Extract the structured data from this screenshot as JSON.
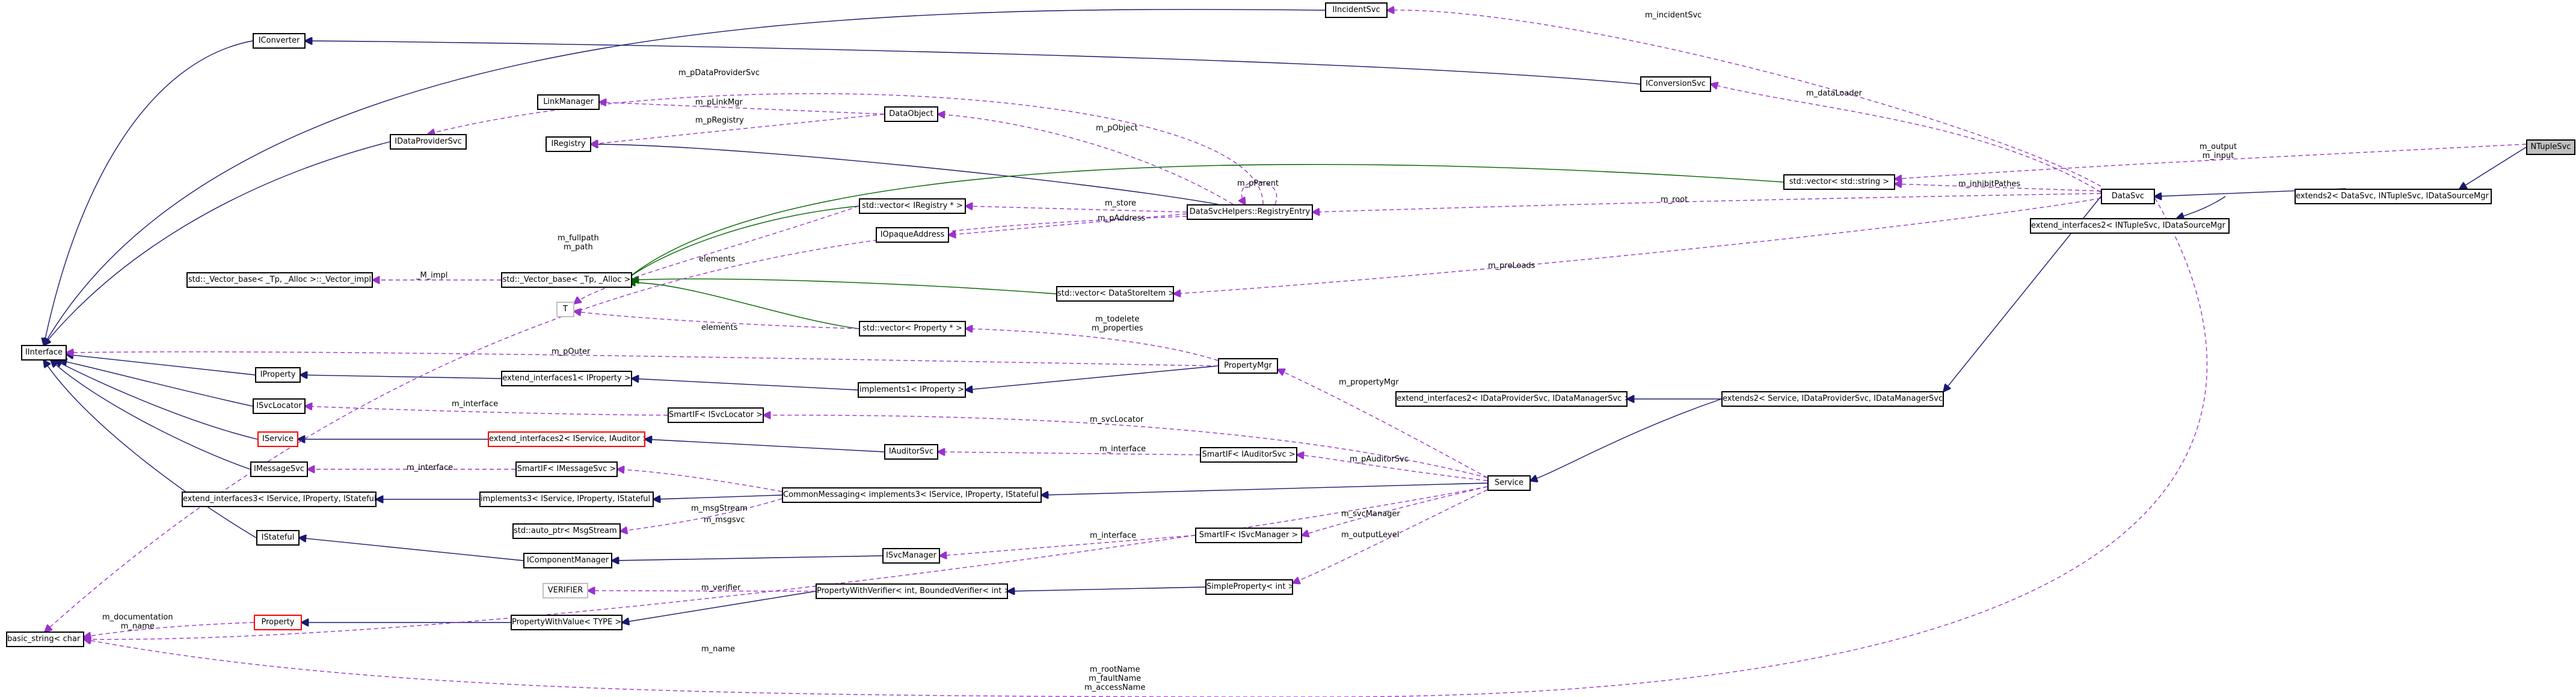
{
  "nodes": {
    "NTupleSvc": "NTupleSvc",
    "extends2_DataSvc": "extends2< DataSvc, INTupleSvc, IDataSourceMgr >",
    "extend_interfaces2_INTupleSvc": "extend_interfaces2< INTupleSvc, IDataSourceMgr >",
    "DataSvc": "DataSvc",
    "IIncidentSvc": "IIncidentSvc",
    "IConverter": "IConverter",
    "IConversionSvc": "IConversionSvc",
    "LinkManager": "LinkManager",
    "DataObject": "DataObject",
    "IRegistry": "IRegistry",
    "IDataProviderSvc": "IDataProviderSvc",
    "vector_string": "std::vector< std::string >",
    "vector_IRegistry": "std::vector< IRegistry * >",
    "RegistryEntry": "DataSvcHelpers::RegistryEntry",
    "IOpaqueAddress": "IOpaqueAddress",
    "vector_impl": "std::_Vector_base< _Tp, _Alloc >::_Vector_impl",
    "vector_base": "std::_Vector_base< _Tp, _Alloc >",
    "vector_DataStoreItem": "std::vector< DataStoreItem >",
    "T": "T",
    "vector_Property": "std::vector< Property * >",
    "IInterface": "IInterface",
    "PropertyMgr": "PropertyMgr",
    "IProperty": "IProperty",
    "extend_interfaces1_IProperty": "extend_interfaces1< IProperty >",
    "implements1_IProperty": "implements1< IProperty >",
    "extend_interfaces2_IDataProviderSvc": "extend_interfaces2< IDataProviderSvc, IDataManagerSvc >",
    "extends2_Service": "extends2< Service, IDataProviderSvc, IDataManagerSvc >",
    "ISvcLocator": "ISvcLocator",
    "SmartIF_ISvcLocator": "SmartIF< ISvcLocator >",
    "IService": "IService",
    "extend_interfaces2_IService": "extend_interfaces2< IService, IAuditor >",
    "IAuditorSvc": "IAuditorSvc",
    "SmartIF_IAuditorSvc": "SmartIF< IAuditorSvc >",
    "IMessageSvc": "IMessageSvc",
    "SmartIF_IMessageSvc": "SmartIF< IMessageSvc >",
    "Service": "Service",
    "extend_interfaces3": "extend_interfaces3< IService, IProperty, IStateful >",
    "implements3": "implements3< IService, IProperty, IStateful >",
    "CommonMessaging": "CommonMessaging< implements3< IService, IProperty, IStateful > >",
    "auto_ptr_MsgStream": "std::auto_ptr< MsgStream >",
    "IStateful": "IStateful",
    "IComponentManager": "IComponentManager",
    "ISvcManager": "ISvcManager",
    "SmartIF_ISvcManager": "SmartIF< ISvcManager >",
    "VERIFIER": "VERIFIER",
    "PropertyWithVerifier": "PropertyWithVerifier< int, BoundedVerifier< int > >",
    "SimpleProperty_int": "SimpleProperty< int >",
    "basic_string": "basic_string< char >",
    "Property": "Property",
    "PropertyWithValue": "PropertyWithValue< TYPE >"
  },
  "edge_labels": {
    "m_incidentSvc": "m_incidentSvc",
    "m_dataLoader": "m_dataLoader",
    "m_pDataProviderSvc": "m_pDataProviderSvc",
    "m_pLinkMgr": "m_pLinkMgr",
    "m_pRegistry": "m_pRegistry",
    "m_pObject": "m_pObject",
    "m_pParent": "m_pParent",
    "m_output_input": "m_output\nm_input",
    "m_inhibitPathes": "m_inhibitPathes",
    "m_root": "m_root",
    "m_store": "m_store",
    "m_pAddress": "m_pAddress",
    "m_fullpath_path": "m_fullpath\nm_path",
    "elements_1": "elements",
    "M_impl": "_M_impl",
    "m_preLoads": "m_preLoads",
    "elements_2": "elements",
    "m_todelete_properties": "m_todelete\nm_properties",
    "m_pOuter": "m_pOuter",
    "m_propertyMgr": "m_propertyMgr",
    "m_interface_1": "m_interface",
    "m_svcLocator": "m_svcLocator",
    "m_interface_2": "m_interface",
    "m_pAuditorSvc": "m_pAuditorSvc",
    "m_interface_3": "m_interface",
    "m_msgsvc": "m_msgsvc",
    "m_msgStream": "m_msgStream",
    "m_interface_4": "m_interface",
    "m_svcManager": "m_svcManager",
    "m_outputLevel": "m_outputLevel",
    "m_verifier": "m_verifier",
    "m_documentation_name": "m_documentation\nm_name",
    "m_name": "m_name",
    "m_rootName": "m_rootName\nm_faultName\nm_accessName"
  },
  "colors": {
    "inheritance": "#191970",
    "usage": "#9a32cd",
    "template": "#006400",
    "border_red": "#ff0000",
    "border_grey": "#bfbfbf",
    "focus_fill": "#bfbfbf"
  }
}
